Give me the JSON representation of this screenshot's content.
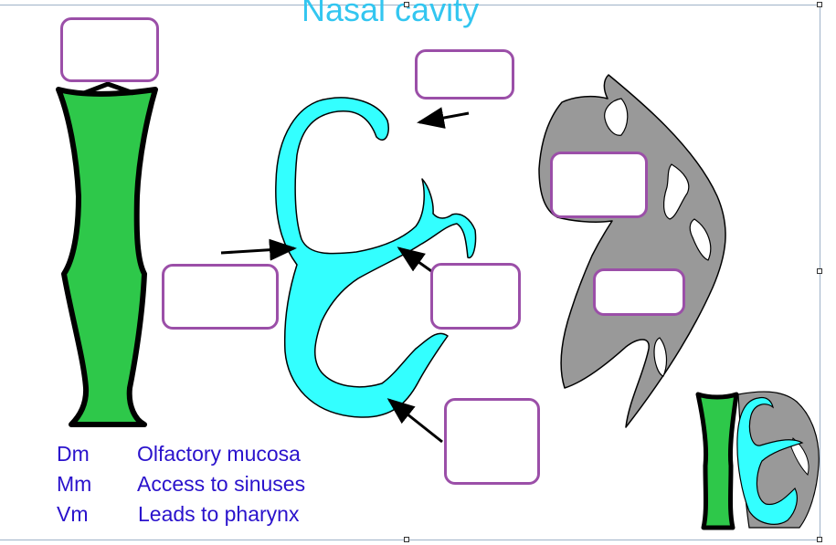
{
  "title": "Nasal cavity",
  "legend": [
    {
      "abbr": "Dm",
      "desc": "Olfactory mucosa"
    },
    {
      "abbr": "Mm",
      "desc": "Access to sinuses"
    },
    {
      "abbr": "Vm",
      "desc": "Leads to pharynx"
    }
  ],
  "label_boxes": [
    "",
    "",
    "",
    "",
    "",
    "",
    ""
  ],
  "colors": {
    "title": "#33c6f0",
    "legend_text": "#2a12cc",
    "box_border": "#9b4fa8",
    "green_tube": "#2ec84a",
    "cyan_meatus": "#33ffff",
    "gray_section": "#999999"
  }
}
